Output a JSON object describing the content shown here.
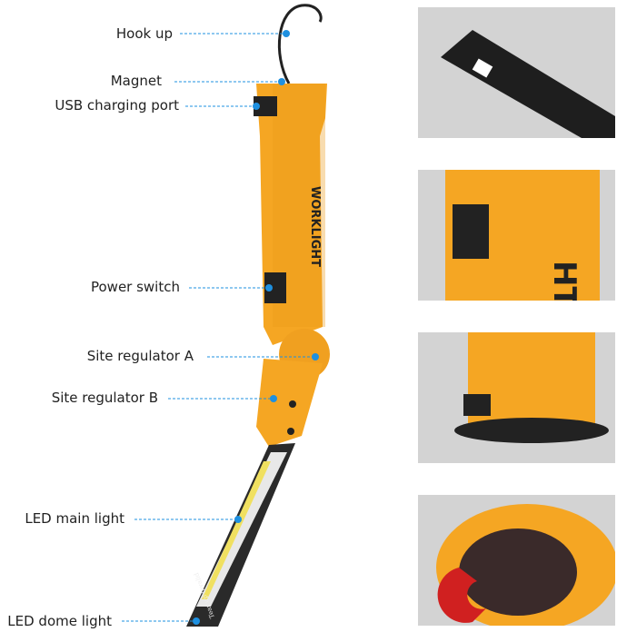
{
  "labels": {
    "hook": "Hook up",
    "magnet": "Magnet",
    "usb": "USB charging port",
    "power": "Power switch",
    "regulator_a": "Site regulator A",
    "regulator_b": "Site regulator B",
    "main_light": "LED main light",
    "dome_light": "LED dome light"
  },
  "product": {
    "brand_text": "WORKLIGHT",
    "dome_text": "Tear up invalid",
    "body_color": "#f5a623",
    "callout_color": "#1e90e0"
  },
  "panels": [
    {
      "name": "dome-light-closeup"
    },
    {
      "name": "power-switch-closeup"
    },
    {
      "name": "usb-port-closeup"
    },
    {
      "name": "magnet-base-closeup"
    }
  ]
}
